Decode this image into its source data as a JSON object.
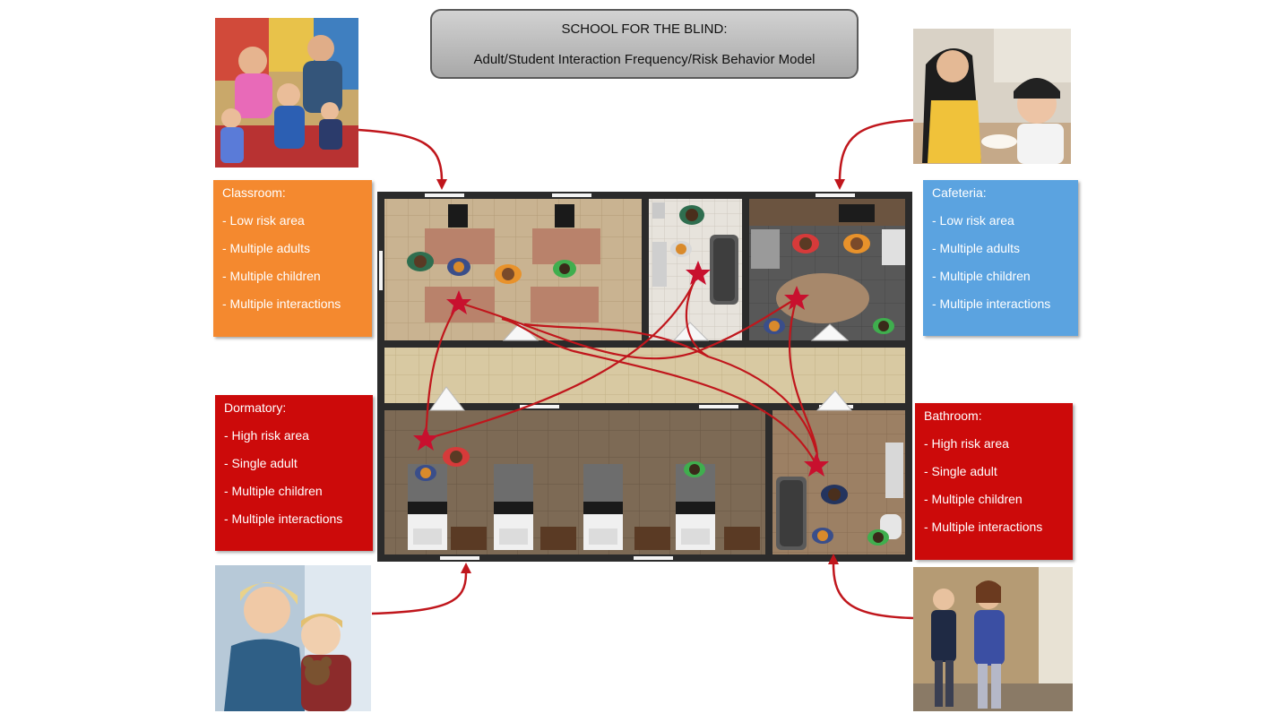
{
  "title": {
    "line1": "SCHOOL FOR THE BLIND:",
    "line2": "Adult/Student Interaction Frequency/Risk Behavior Model"
  },
  "panels": {
    "classroom": {
      "heading": "Classroom:",
      "items": [
        "- Low risk area",
        "- Multiple adults",
        "- Multiple children",
        "- Multiple interactions"
      ],
      "color": "#f4892f"
    },
    "cafeteria": {
      "heading": "Cafeteria:",
      "items": [
        "- Low risk area",
        "- Multiple adults",
        "- Multiple children",
        "- Multiple interactions"
      ],
      "color": "#5ba3e0"
    },
    "dormatory": {
      "heading": "Dormatory:",
      "items": [
        "- High risk area",
        "- Single adult",
        "- Multiple children",
        "- Multiple interactions"
      ],
      "color": "#cc0a0a"
    },
    "bathroom": {
      "heading": "Bathroom:",
      "items": [
        "- High risk area",
        "- Single adult",
        "- Multiple children",
        "- Multiple interactions"
      ],
      "color": "#cc0a0a"
    }
  },
  "colors": {
    "risk_path": "#c0161c",
    "star": "#c8102e",
    "wall": "#2b2b2b"
  },
  "photos": [
    "classroom-photo",
    "cafeteria-photo",
    "dormatory-photo",
    "bathroom-photo"
  ]
}
